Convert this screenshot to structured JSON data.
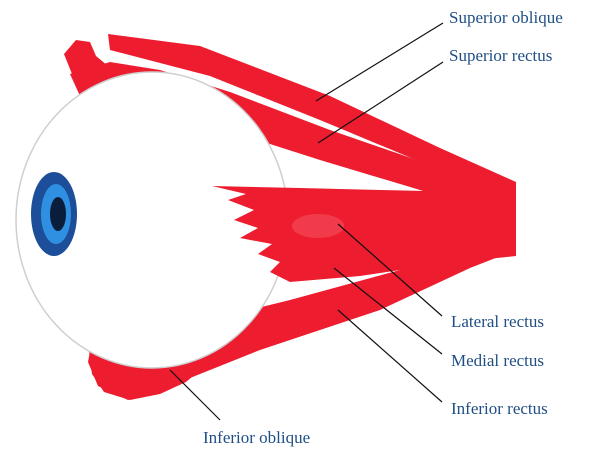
{
  "colors": {
    "muscle": "#ed1c2e",
    "muscle_highlight": "#f5505e",
    "eyeball_outline": "#cfcfcf",
    "iris_outer": "#1c4e9a",
    "iris_inner": "#2f8fe0",
    "pupil": "#0a1e3c",
    "label_text": "#1f4e85",
    "leader_line": "#111111"
  },
  "labels": {
    "superior_oblique": "Superior oblique",
    "superior_rectus": "Superior rectus",
    "lateral_rectus": "Lateral rectus",
    "medial_rectus": "Medial rectus",
    "inferior_rectus": "Inferior rectus",
    "inferior_oblique": "Inferior oblique"
  }
}
